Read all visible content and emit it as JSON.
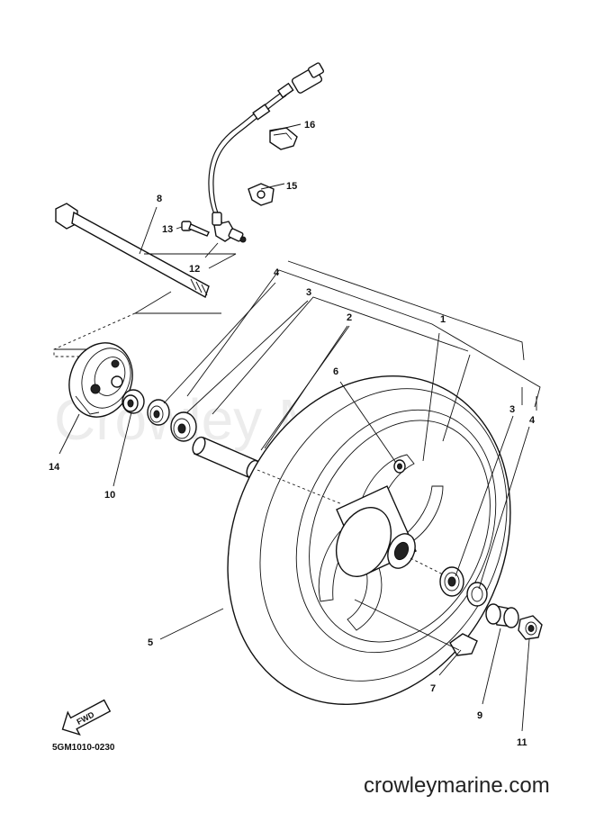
{
  "diagram": {
    "part_numbers": [
      "1",
      "2",
      "3",
      "4",
      "5",
      "6",
      "7",
      "8",
      "9",
      "10",
      "11",
      "12",
      "13",
      "14",
      "15",
      "16",
      "3",
      "4"
    ],
    "drawing_code": "5GM1010-0230",
    "watermark": "Crowley Marine",
    "website": "crowleymarine.com",
    "fwd_label": "FWD"
  }
}
